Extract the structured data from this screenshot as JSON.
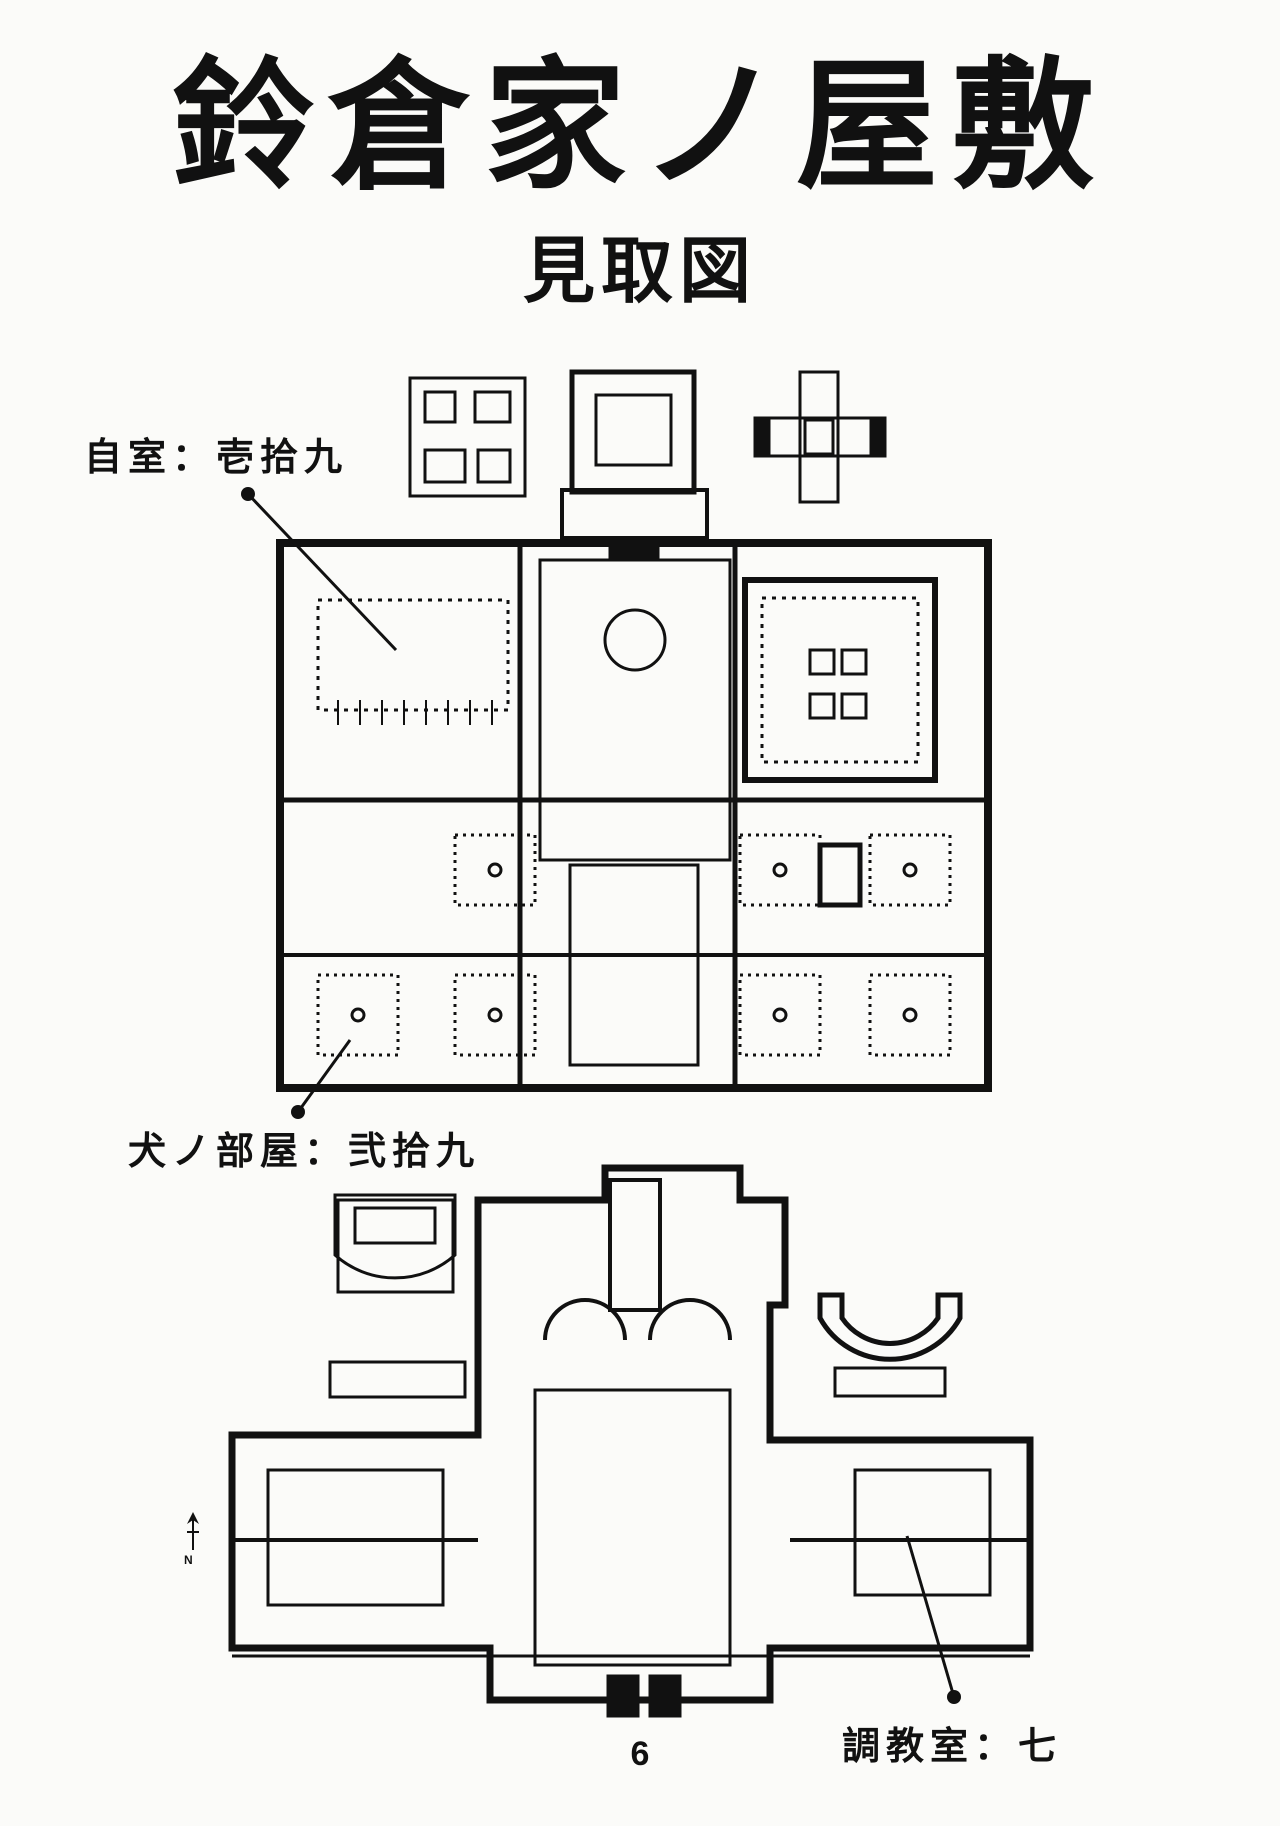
{
  "title": "鈴倉家ノ屋敷",
  "subtitle": "見取図",
  "labels": {
    "own_room": "自室：壱拾九",
    "dog_room": "犬ノ部屋：弐拾九",
    "training_room": "調教室：七"
  },
  "north_marker": "N",
  "page_number": "6"
}
